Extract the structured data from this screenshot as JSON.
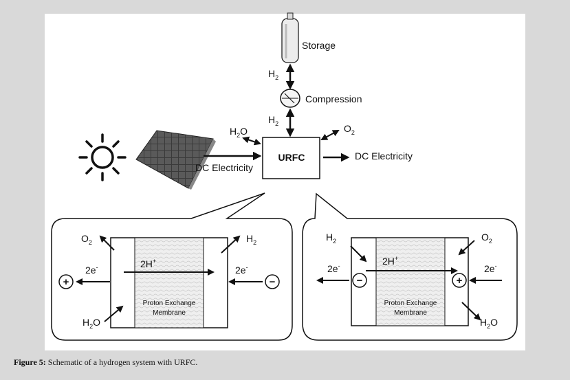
{
  "diagram": {
    "storage_label": "Storage",
    "compression_label": "Compression",
    "h2_upper": "H",
    "h2_lower": "H",
    "sub_2": "2",
    "h2o_label_h": "H",
    "h2o_label_o": "O",
    "o2_label": "O",
    "urfc_label": "URFC",
    "dc_in_label": "DC Electricity",
    "dc_out_label": "DC Electricity",
    "left_cell": {
      "o2": "O",
      "h2": "H",
      "h2o_h": "H",
      "h2o_o": "O",
      "two_e_left": "2e",
      "two_e_right": "2e",
      "two_h": "2H",
      "membrane_line1": "Proton Exchange",
      "membrane_line2": "Membrane",
      "plus": "+",
      "minus": "−",
      "sup_minus": "-",
      "sup_plus": "+"
    },
    "right_cell": {
      "o2": "O",
      "h2": "H",
      "h2o_h": "H",
      "h2o_o": "O",
      "two_e_left": "2e",
      "two_e_right": "2e",
      "two_h": "2H",
      "membrane_line1": "Proton Exchange",
      "membrane_line2": "Membrane",
      "plus": "+",
      "minus": "−",
      "sup_minus": "-",
      "sup_plus": "+"
    }
  },
  "caption": {
    "figure_label": "Figure 5:",
    "text": " Schematic of a hydrogen system with URFC."
  }
}
